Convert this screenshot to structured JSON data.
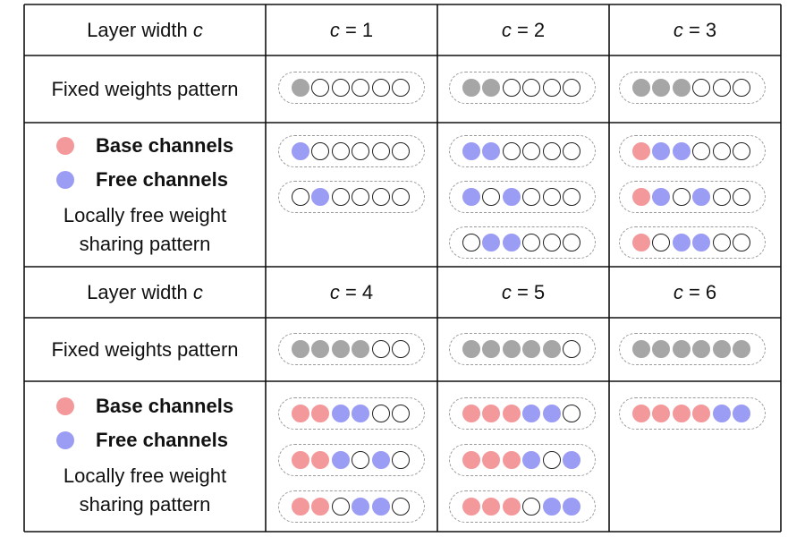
{
  "header_label_text": "Layer width",
  "header_label_var": "c",
  "fixed_label": "Fixed weights pattern",
  "legend": {
    "base": "Base channels",
    "free": "Free  channels",
    "desc_line1": "Locally free weight",
    "desc_line2": "sharing  pattern"
  },
  "colors": {
    "base": "#f4999b",
    "free": "#9b9cf4",
    "fixed": "#a6a6a6",
    "empty": "#ffffff"
  },
  "blocks": [
    {
      "columns": [
        {
          "c_label": "c",
          "c_value": "= 1",
          "fixed": "gwwwww",
          "sharing": [
            "bwwwww",
            "wbwwww"
          ]
        },
        {
          "c_label": "c",
          "c_value": "= 2",
          "fixed": "ggwwww",
          "sharing": [
            "bbwwww",
            "bwbwww",
            "wbbwww"
          ]
        },
        {
          "c_label": "c",
          "c_value": "= 3",
          "fixed": "gggwww",
          "sharing": [
            "rbbwww",
            "rbwbww",
            "rwbbww"
          ]
        }
      ]
    },
    {
      "columns": [
        {
          "c_label": "c",
          "c_value": "= 4",
          "fixed": "ggggww",
          "sharing": [
            "rrbbww",
            "rrbwbw",
            "rrwbbw"
          ]
        },
        {
          "c_label": "c",
          "c_value": "= 5",
          "fixed": "gggggw",
          "sharing": [
            "rrrbbw",
            "rrrbwb",
            "rrrwbb"
          ]
        },
        {
          "c_label": "c",
          "c_value": "= 6",
          "fixed": "gggggg",
          "sharing": [
            "rrrrbb"
          ]
        }
      ]
    }
  ]
}
